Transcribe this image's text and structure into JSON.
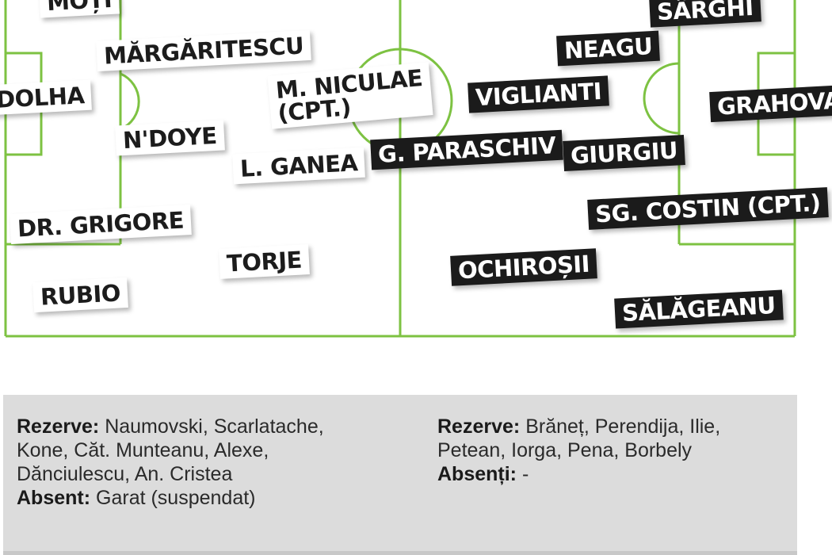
{
  "colors": {
    "pitch_line": "#7dc242",
    "home_tag_bg": "#ffffff",
    "away_tag_bg": "#1b1b1b",
    "info_bg": "#dcdcdc"
  },
  "home_players": [
    {
      "lines": [
        "MOȚI"
      ]
    },
    {
      "lines": [
        "MĂRGĂRITESCU"
      ]
    },
    {
      "lines": [
        "DOLHA"
      ]
    },
    {
      "lines": [
        "M. NICULAE",
        "(CPT.)"
      ]
    },
    {
      "lines": [
        "N'DOYE"
      ]
    },
    {
      "lines": [
        "L. GANEA"
      ]
    },
    {
      "lines": [
        "DR. GRIGORE"
      ]
    },
    {
      "lines": [
        "TORJE"
      ]
    },
    {
      "lines": [
        "RUBIO"
      ]
    }
  ],
  "away_players": [
    {
      "lines": [
        "SÂRGHI"
      ]
    },
    {
      "lines": [
        "NEAGU"
      ]
    },
    {
      "lines": [
        "VIGLIANTI"
      ]
    },
    {
      "lines": [
        "GRAHOVAC"
      ]
    },
    {
      "lines": [
        "G. PARASCHIV"
      ]
    },
    {
      "lines": [
        "GIURGIU"
      ]
    },
    {
      "lines": [
        "SG. COSTIN (CPT.)"
      ]
    },
    {
      "lines": [
        "OCHIROȘII"
      ]
    },
    {
      "lines": [
        "SĂLĂGEANU"
      ]
    }
  ],
  "info": {
    "left": {
      "reserves_label": "Rezerve:",
      "reserves_lines": [
        "Naumovski, Scarlatache,",
        "Kone, Căt. Munteanu, Alexe,",
        "Dănciulescu, An. Cristea"
      ],
      "absent_label": "Absent:",
      "absent_value": "Garat (suspendat)"
    },
    "right": {
      "reserves_label": "Rezerve:",
      "reserves_lines": [
        "Brăneț, Perendija, Ilie,",
        "Petean, Iorga, Pena, Borbely"
      ],
      "absent_label": "Absenți:",
      "absent_value": "-"
    }
  }
}
